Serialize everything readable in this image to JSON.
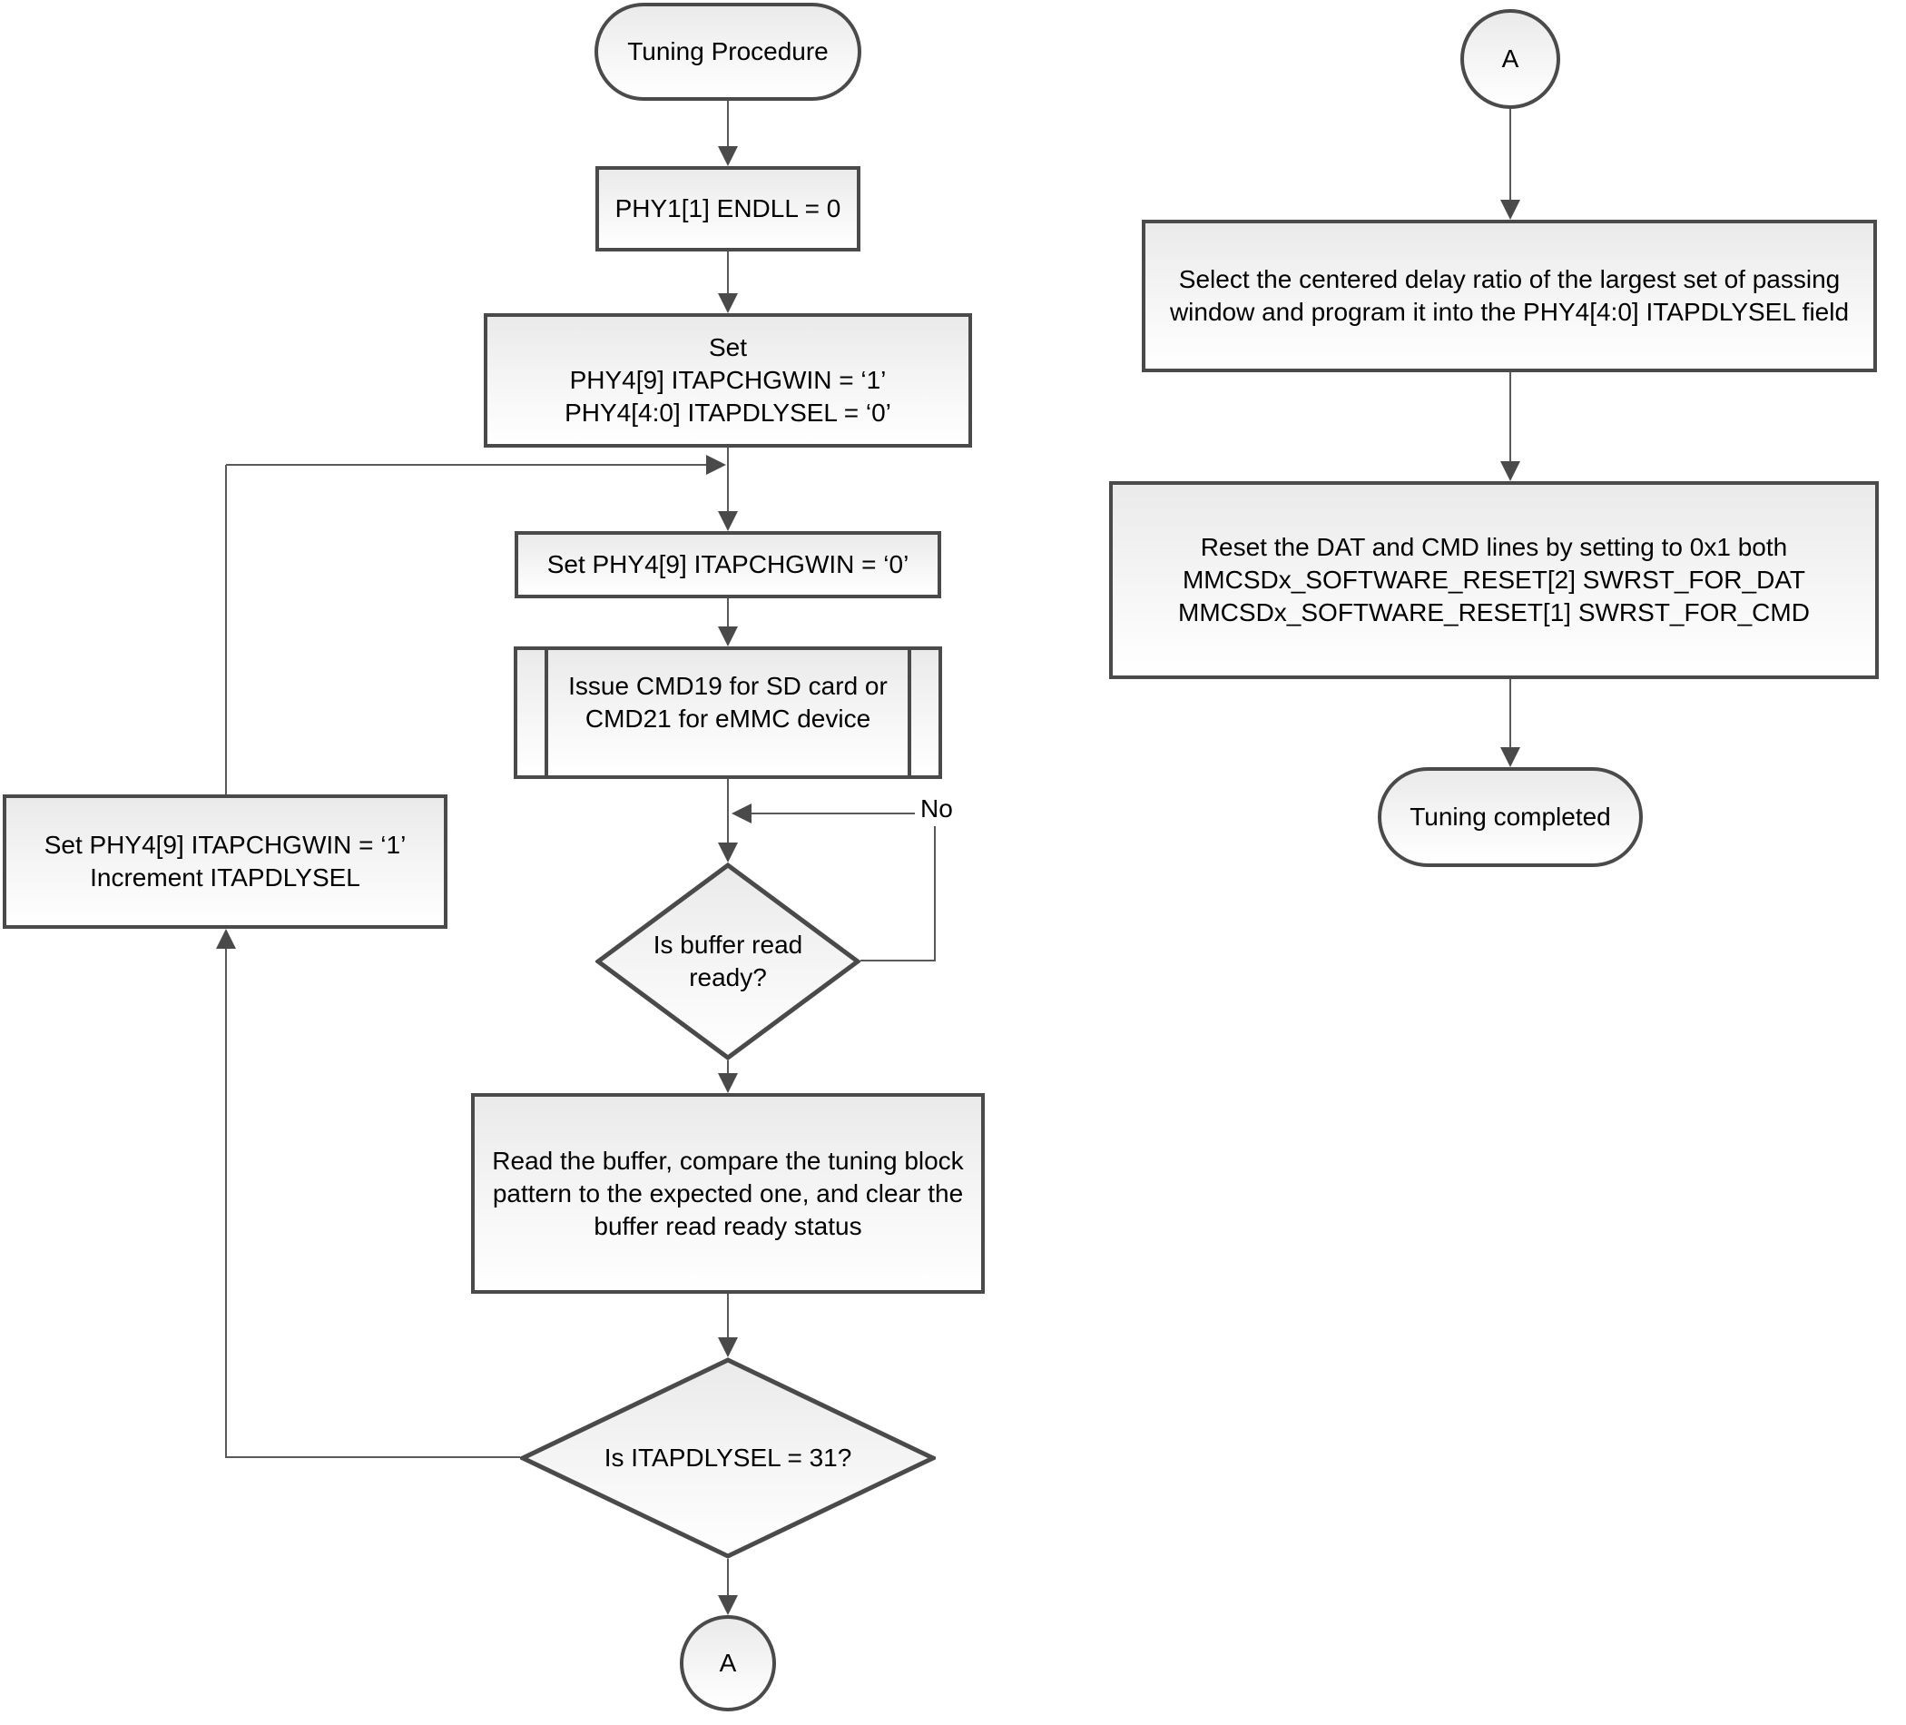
{
  "style": {
    "border_color": "#4a4a4a",
    "line_color": "#595959",
    "fill_top": "#eaeaea",
    "fill_bottom": "#ffffff",
    "text_color": "#000000"
  },
  "left": {
    "start": {
      "label": "Tuning Procedure"
    },
    "set_endll": {
      "label": "PHY1[1] ENDLL = 0"
    },
    "set_itapchgwin_1": {
      "line1": "Set",
      "line2": "PHY4[9] ITAPCHGWIN = ‘1’",
      "line3": "PHY4[4:0] ITAPDLYSEL = ‘0’"
    },
    "set_itapchgwin_0": {
      "label": "Set PHY4[9] ITAPCHGWIN = ‘0’"
    },
    "issue_cmd": {
      "line1": "Issue CMD19 for SD card or",
      "line2": "CMD21 for eMMC device"
    },
    "buffer_ready_decision": {
      "line1": "Is buffer read",
      "line2": "ready?"
    },
    "no_label": "No",
    "read_buffer": {
      "line1": "Read the buffer, compare the tuning block",
      "line2": "pattern to the expected one, and clear the",
      "line3": "buffer read ready status"
    },
    "itapdlysel_decision": {
      "label": "Is ITAPDLYSEL = 31?"
    },
    "increment_box": {
      "line1": "Set PHY4[9] ITAPCHGWIN = ‘1’",
      "line2": "Increment ITAPDLYSEL"
    },
    "connector_a": {
      "label": "A"
    }
  },
  "right": {
    "connector_a": {
      "label": "A"
    },
    "select_delay": {
      "line1": "Select the centered delay ratio of the largest set of passing",
      "line2": "window and program it into the PHY4[4:0] ITAPDLYSEL field"
    },
    "reset_lines": {
      "line1": "Reset the DAT and CMD lines by setting to 0x1 both",
      "line2": "MMCSDx_SOFTWARE_RESET[2] SWRST_FOR_DAT",
      "line3": "MMCSDx_SOFTWARE_RESET[1] SWRST_FOR_CMD"
    },
    "end": {
      "label": "Tuning completed"
    }
  }
}
